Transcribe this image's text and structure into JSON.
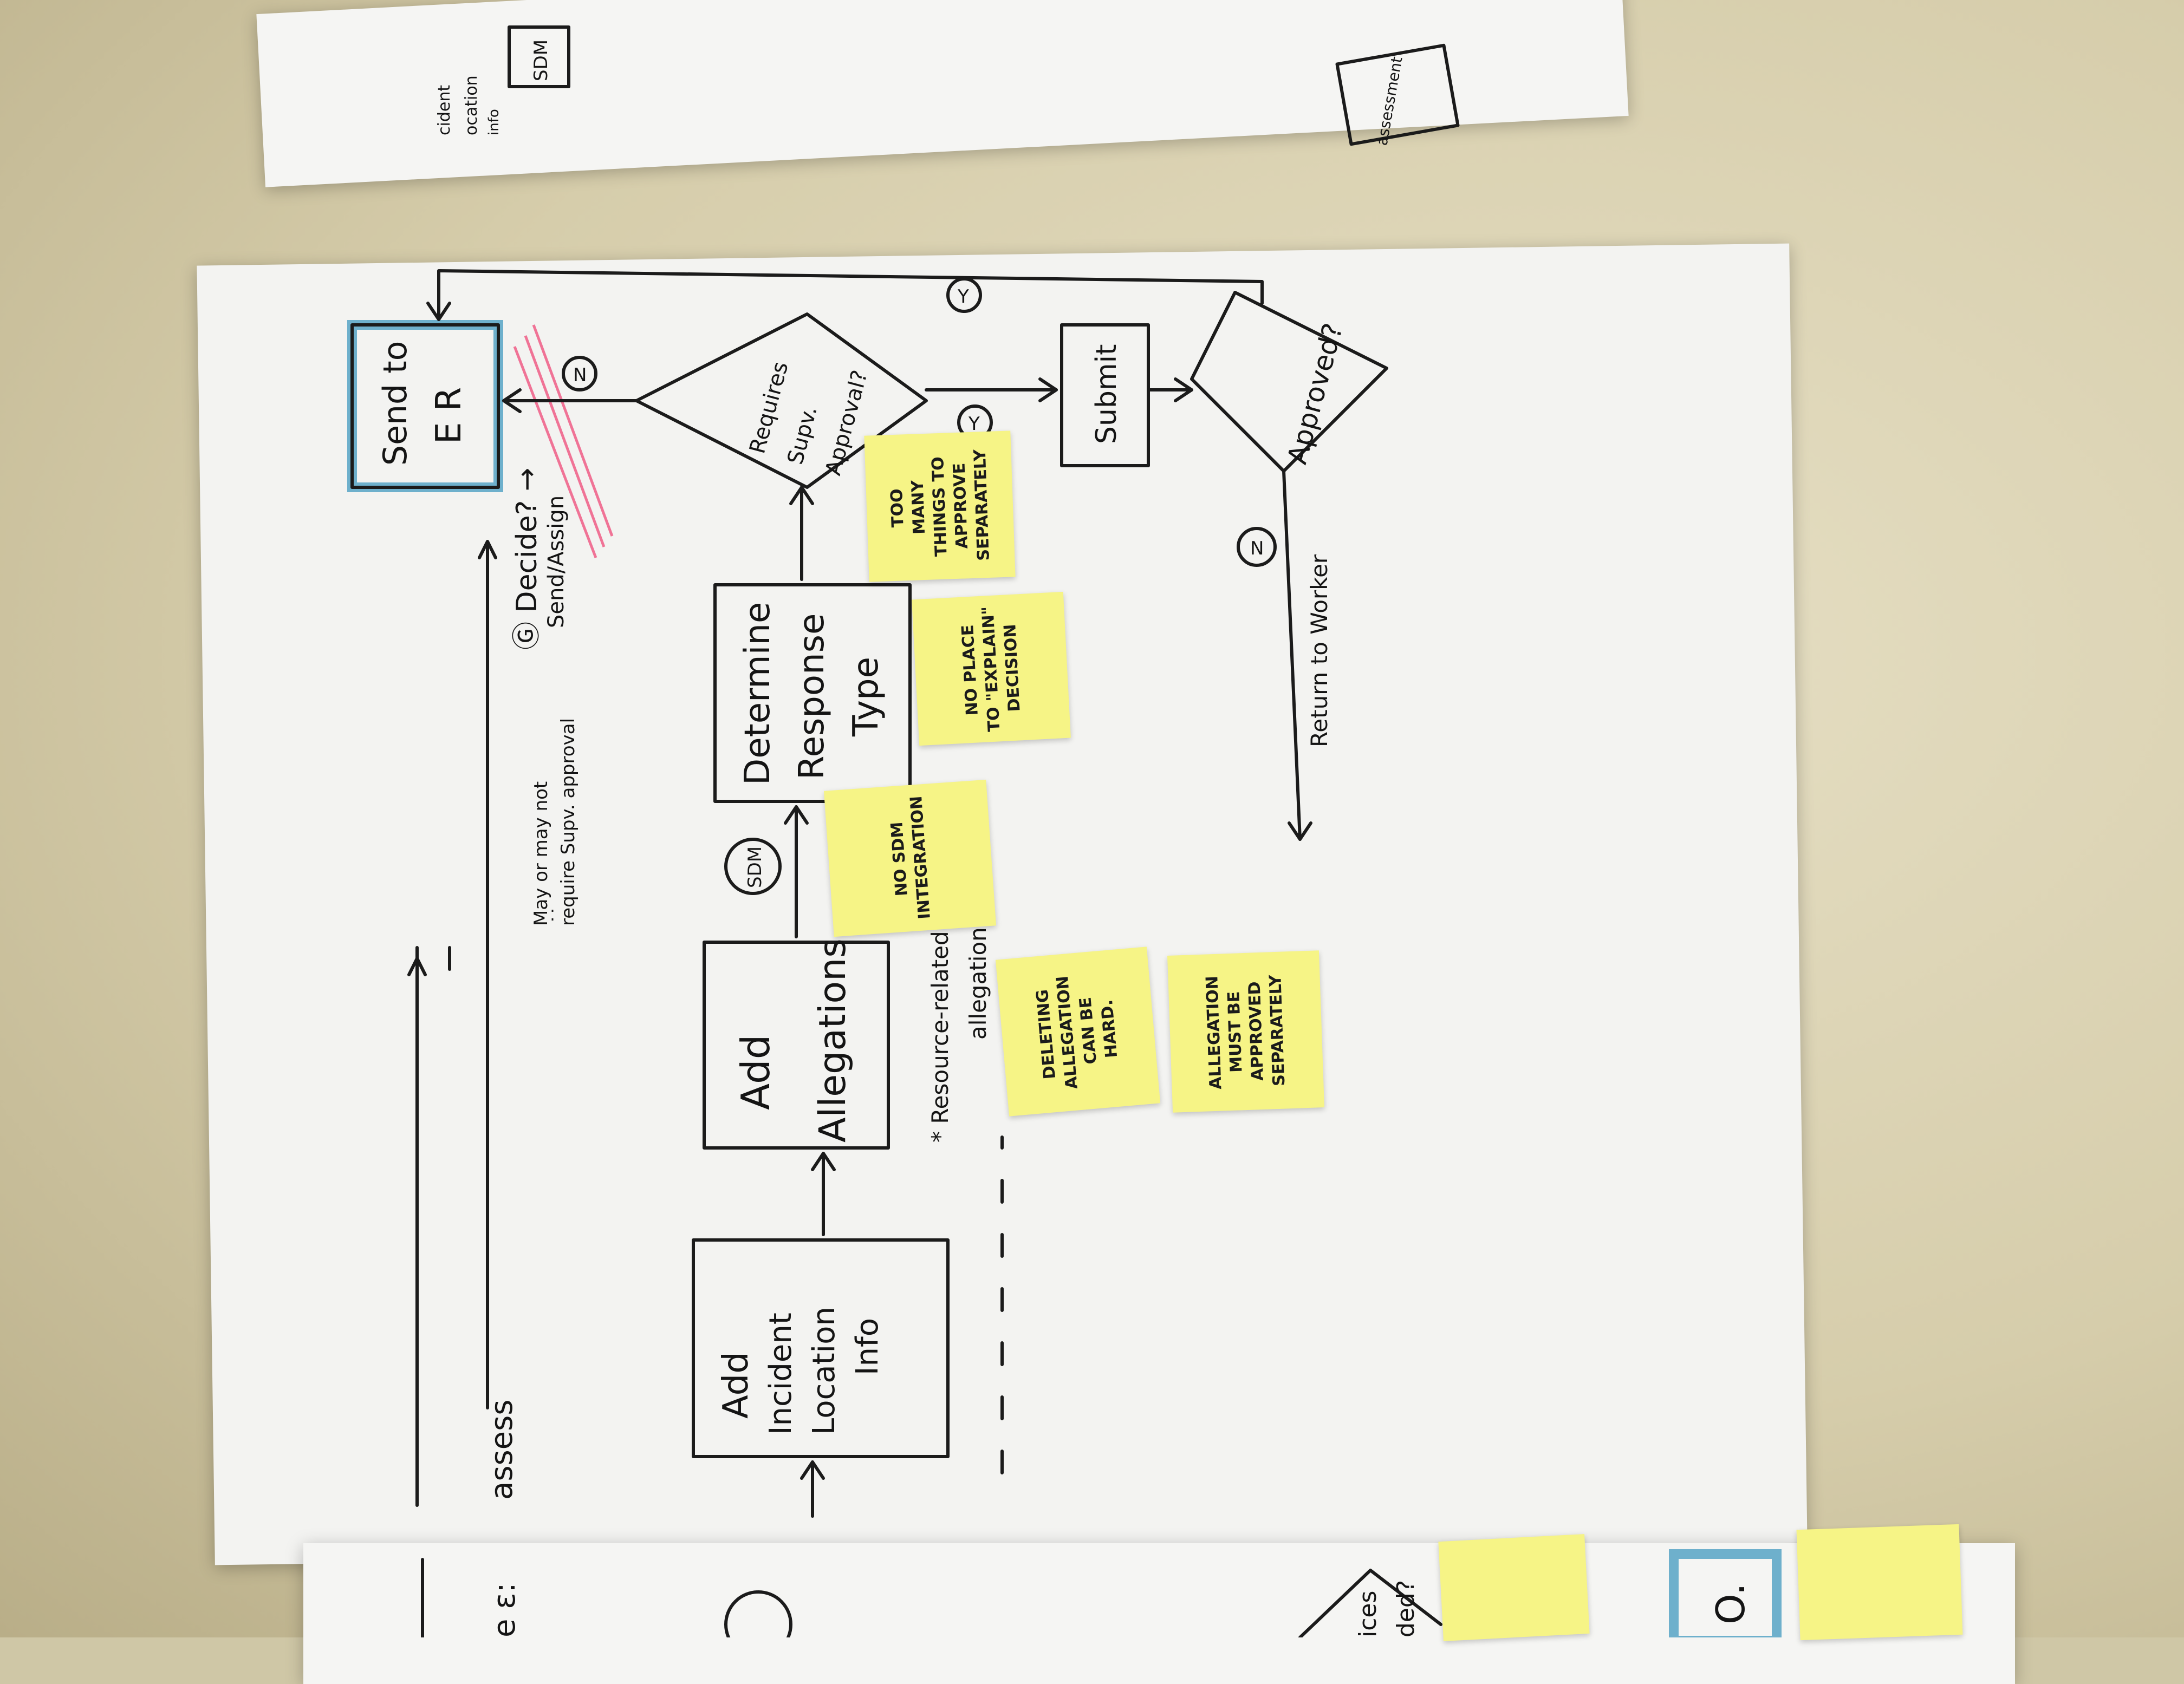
{
  "colors": {
    "sticky": "#f6f486",
    "accent_blue": "#6eb0cc",
    "highlight_pink": "#ee5c86",
    "ink": "#1b1b1b"
  },
  "header": {
    "stage": "assess",
    "note": "May or may not\nrequire Supv. approval",
    "decide": "Ⓖ Decide? →",
    "send_assign": "Send/Assign"
  },
  "nodes": {
    "incident": "Add\nIncident\nLocation\nInfo",
    "allegations": "Add\nAllegations",
    "response": "Determine\nResponse\nType",
    "supv": "Requires\nSupv.\nApproval?",
    "submit": "Submit",
    "approved": "Approved?",
    "send_er": "Send to\nER"
  },
  "edges": {
    "yes": "Y",
    "no": "N",
    "sdm": "SDM",
    "return": "Return to Worker",
    "resource": "* Resource-related\nallegations"
  },
  "stickies": {
    "no_sdm": "NO SDM\nINTEGRATION",
    "too_many": "TOO\nMANY\nTHINGS TO\nAPPROVE\nSEPARATELY",
    "no_place": "NO PLACE\nTO \"EXPLAIN\"\nDECISION",
    "deleting": "DELETING\nALLEGATION\nCAN BE\nHARD.",
    "approved_sep": "ALLEGATION\nMUST BE\nAPPROVED\nSEPARATELY"
  },
  "top_sheet": {
    "sdm": "SDM",
    "assessment": "assessment",
    "incident": "cident",
    "location": "ocation",
    "info": "info"
  },
  "bottom_sheet": {
    "services": "ices\nded?",
    "letter": "O."
  }
}
